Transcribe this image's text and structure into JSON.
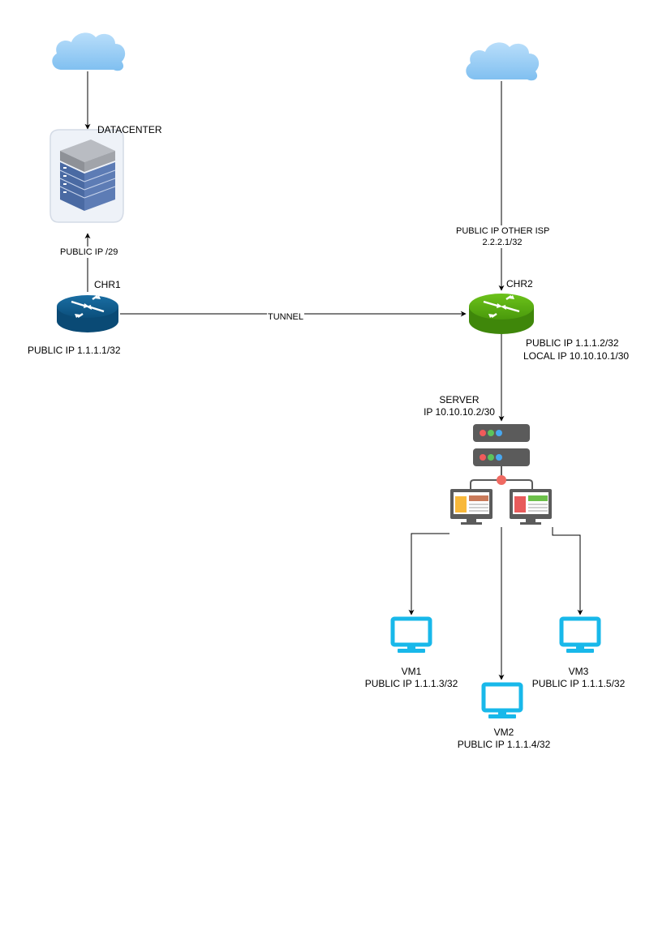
{
  "diagram": {
    "labels": {
      "datacenter": "DATACENTER",
      "public_ip_29": "PUBLIC IP /29",
      "chr1": "CHR1",
      "chr1_ip": "PUBLIC IP 1.1.1.1/32",
      "tunnel": "TUNNEL",
      "other_isp_title": "PUBLIC IP OTHER ISP",
      "other_isp_ip": "2.2.2.1/32",
      "chr2": "CHR2",
      "chr2_public_ip": "PUBLIC IP 1.1.1.2/32",
      "chr2_local_ip": "LOCAL IP 10.10.10.1/30",
      "server_title": "SERVER",
      "server_ip": "IP 10.10.10.2/30",
      "vm1_name": "VM1",
      "vm1_ip": "PUBLIC IP 1.1.1.3/32",
      "vm2_name": "VM2",
      "vm2_ip": "PUBLIC IP 1.1.1.4/32",
      "vm3_name": "VM3",
      "vm3_ip": "PUBLIC IP 1.1.1.5/32"
    },
    "colors": {
      "cloud": "#8fc8f3",
      "router_chr1": "#0d5a8c",
      "router_chr2": "#5aa812",
      "monitor": "#18b8ea",
      "server_rack": "#5b5b5b",
      "edge": "#000000"
    }
  }
}
